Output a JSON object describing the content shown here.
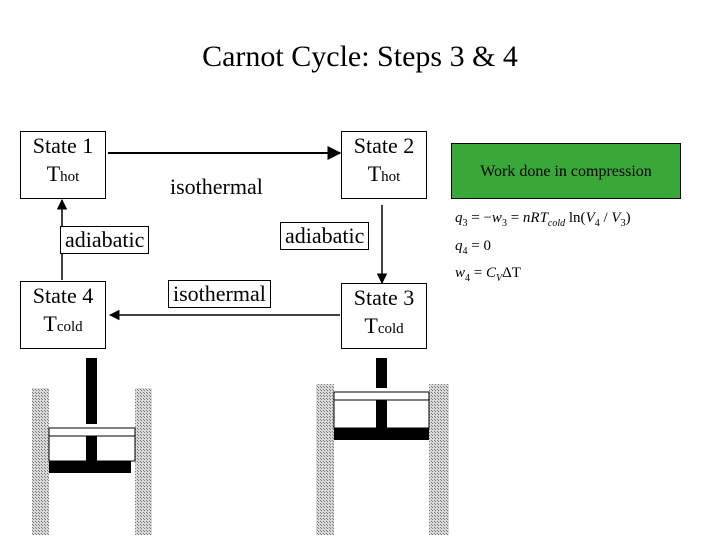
{
  "title": "Carnot Cycle: Steps 3 & 4",
  "states": {
    "state1": {
      "name": "State 1",
      "temp_main": "T",
      "temp_sub": "hot"
    },
    "state2": {
      "name": "State 2",
      "temp_main": "T",
      "temp_sub": "hot"
    },
    "state3": {
      "name": "State 3",
      "temp_main": "T",
      "temp_sub": "cold"
    },
    "state4": {
      "name": "State 4",
      "temp_main": "T",
      "temp_sub": "cold"
    }
  },
  "processes": {
    "top": "isothermal",
    "bottom": "isothermal",
    "left": "adiabatic",
    "right": "adiabatic"
  },
  "work_box": "Work done in compression",
  "equations": {
    "eq1": {
      "q": "q",
      "q_sub": "3",
      "eq": " = −",
      "w": "w",
      "w_sub": "3",
      "eq2": " = ",
      "n": "n",
      "R": "R",
      "T": "T",
      "T_sub": "cold",
      "ln": " ln(",
      "V4": "V",
      "V4_sub": "4",
      "slash": " / ",
      "V3": "V",
      "V3_sub": "3",
      "close": ")"
    },
    "eq2": {
      "q": "q",
      "q_sub": "4",
      "rest": " = 0"
    },
    "eq3": {
      "w": "w",
      "w_sub": "4",
      "eq": " = ",
      "C": "C",
      "C_sub": "V",
      "rest": "ΔT"
    }
  },
  "colors": {
    "work_box_fill": "#39a839",
    "hatch": "#9a9a9a",
    "piston": "#000000"
  }
}
